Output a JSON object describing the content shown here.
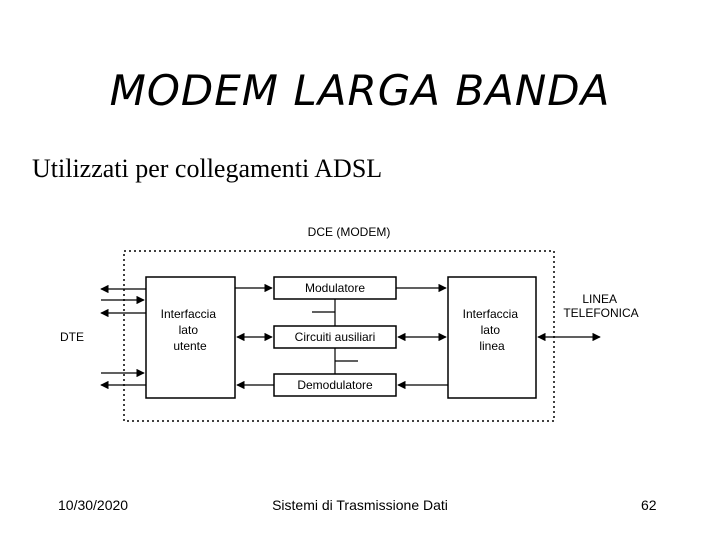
{
  "slide": {
    "title": "MODEM LARGA BANDA",
    "subtitle": "Utilizzati per collegamenti ADSL"
  },
  "diagram": {
    "dce_label": "DCE (MODEM)",
    "dte_label": "DTE",
    "line_label": [
      "LINEA",
      "TELEFONICA"
    ],
    "user_interface": [
      "Interfaccia",
      "lato",
      "utente"
    ],
    "line_interface": [
      "Interfaccia",
      "lato",
      "linea"
    ],
    "modulator": "Modulatore",
    "aux_circuits": "Circuiti ausiliari",
    "demodulator": "Demodulatore"
  },
  "footer": {
    "date": "10/30/2020",
    "center": "Sistemi di Trasmissione Dati",
    "page": "62"
  }
}
